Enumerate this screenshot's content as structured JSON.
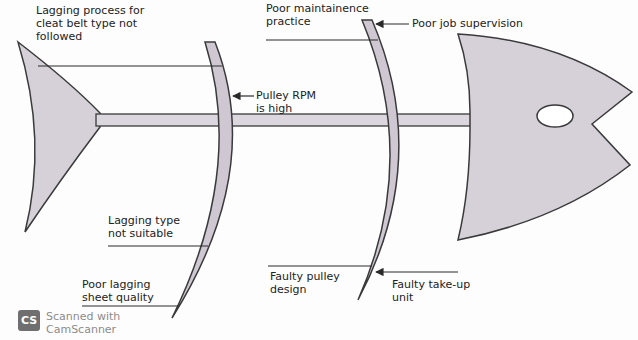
{
  "diagram": {
    "labels": [
      "Lagging process for cleat belt type not followed",
      "Pulley RPM is high",
      "Lagging type not suitable",
      "Poor lagging sheet quality",
      "Poor maintainence practice",
      "Poor job supervision",
      "Faulty pulley design",
      "Faulty take-up unit",
      "CS",
      "Scanned with CamScanner"
    ]
  }
}
